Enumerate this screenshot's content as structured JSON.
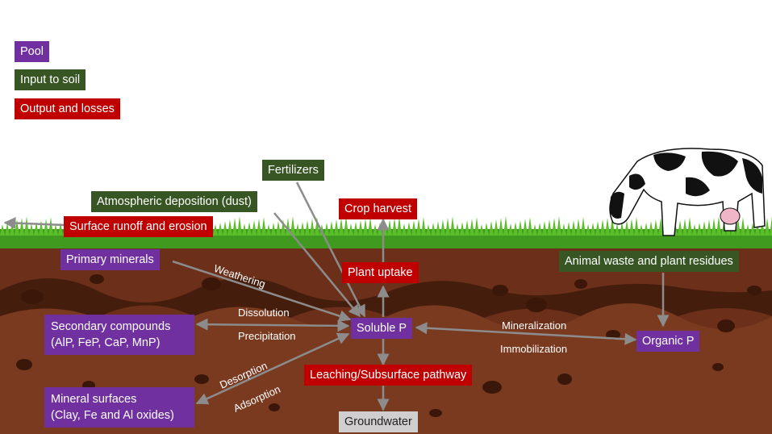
{
  "legend": {
    "pool": "Pool",
    "input": "Input to soil",
    "output": "Output and losses"
  },
  "colors": {
    "pool": "#7030a0",
    "input": "#375623",
    "output": "#c00000",
    "groundwater": "#d0cece",
    "soil": "#6b2f1a",
    "grass": "#3f9a1f",
    "arrow": "#8c8c8c"
  },
  "boxes": {
    "fertilizers": "Fertilizers",
    "atmospheric": "Atmospheric deposition (dust)",
    "runoff": "Surface runoff and erosion",
    "crop_harvest": "Crop harvest",
    "plant_uptake": "Plant uptake",
    "primary_minerals": "Primary minerals",
    "secondary_compounds": "Secondary compounds\n(AlP, FeP, CaP, MnP)",
    "soluble_p": "Soluble P",
    "organic_p": "Organic P",
    "animal_waste": "Animal waste and plant residues",
    "leaching": "Leaching/Subsurface pathway",
    "mineral_surfaces": "Mineral surfaces\n(Clay, Fe and Al oxides)",
    "groundwater": "Groundwater"
  },
  "processes": {
    "weathering": "Weathering",
    "dissolution": "Dissolution",
    "precipitation": "Precipitation",
    "mineralization": "Mineralization",
    "immobilization": "Immobilization",
    "desorption": "Desorption",
    "adsorption": "Adsorption"
  }
}
